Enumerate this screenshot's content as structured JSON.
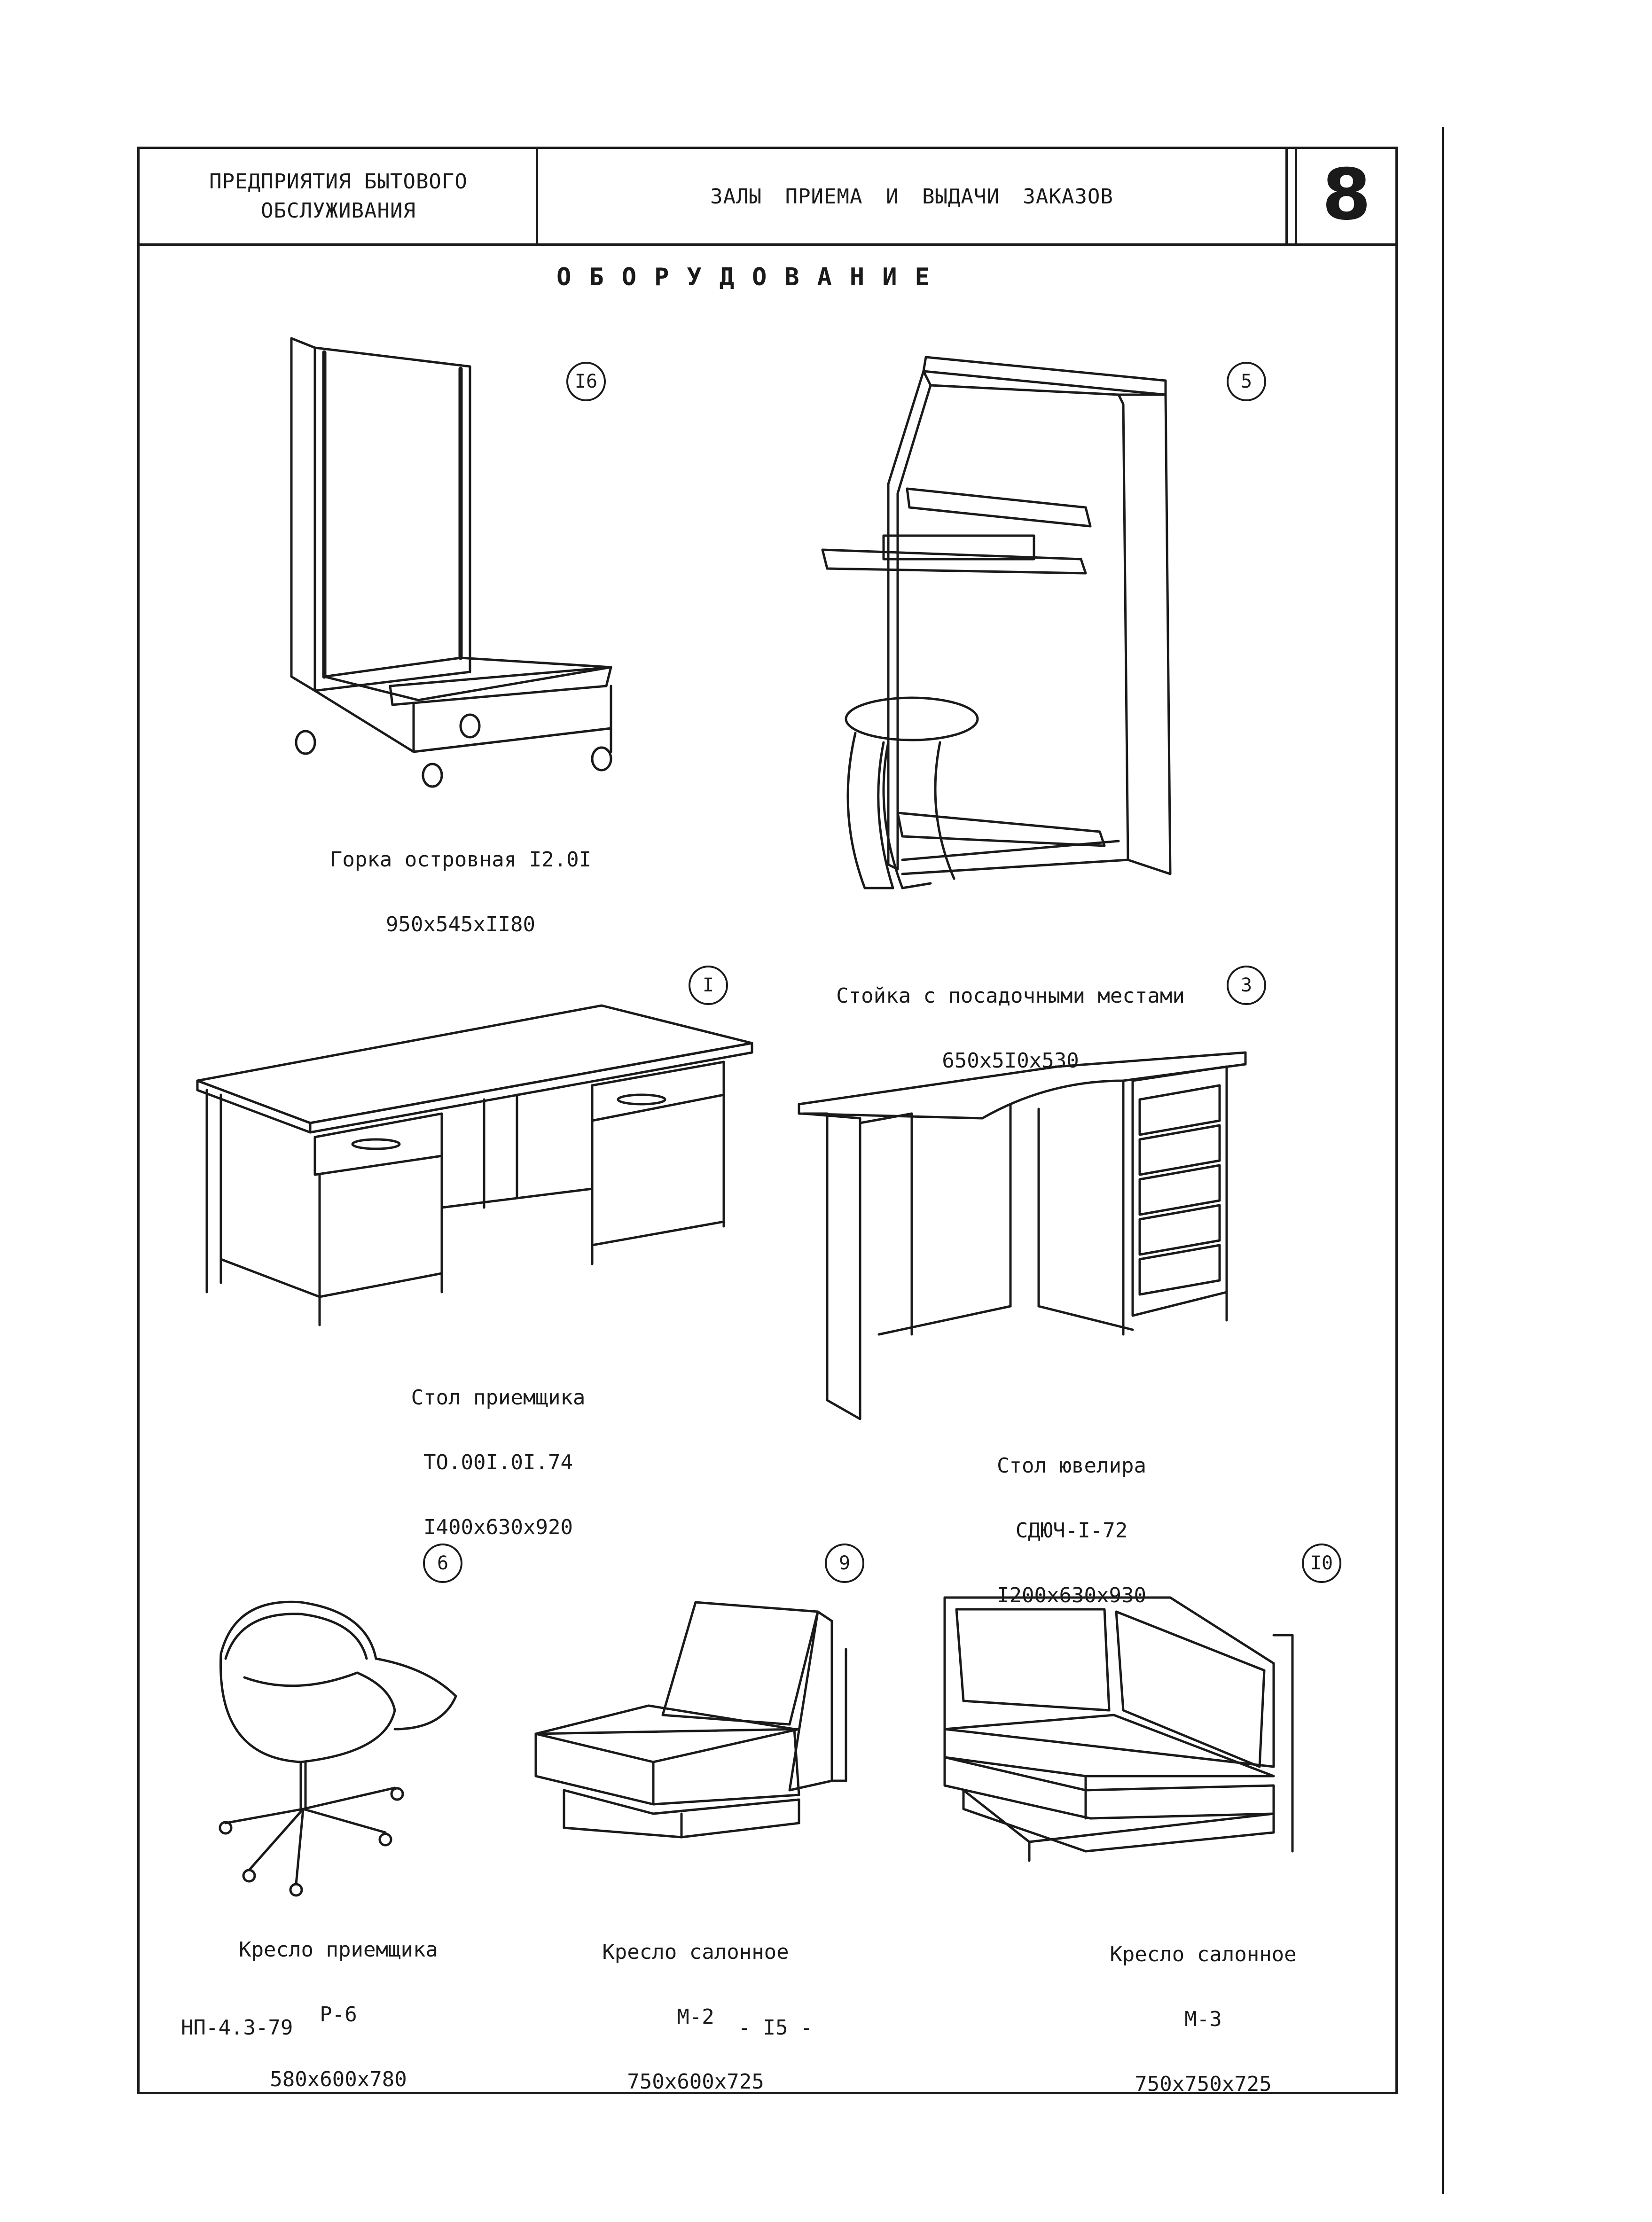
{
  "header": {
    "org_line1": "ПРЕДПРИЯТИЯ БЫТОВОГО",
    "org_line2": "ОБСЛУЖИВАНИЯ",
    "section": "ЗАЛЫ ПРИЕМА И ВЫДАЧИ ЗАКАЗОВ",
    "sheet_number": "8"
  },
  "title": "ОБОРУДОВАНИЕ",
  "items": [
    {
      "num": "I6",
      "name": "Горка островная I2.0I",
      "code": "",
      "dims": "950x545xII80",
      "icon": "island-display-case-icon"
    },
    {
      "num": "5",
      "name": "Стойка с посадочными местами",
      "code": "",
      "dims": "650x5I0x530",
      "icon": "counter-with-seats-icon"
    },
    {
      "num": "I",
      "name": "Стол приемщика",
      "code": "ТО.00I.0I.74",
      "dims": "I400x630x920",
      "icon": "receptionist-desk-icon"
    },
    {
      "num": "3",
      "name": "Стол ювелира",
      "code": "СДЮЧ-I-72",
      "dims": "I200x630x930",
      "icon": "jeweler-desk-icon"
    },
    {
      "num": "6",
      "name": "Кресло приемщика",
      "code": "Р-6",
      "dims": "580x600x780",
      "icon": "swivel-armchair-icon"
    },
    {
      "num": "9",
      "name": "Кресло салонное",
      "code": "М-2",
      "dims": "750x600x725",
      "icon": "lounge-chair-icon"
    },
    {
      "num": "I0",
      "name": "Кресло салонное",
      "code": "М-3",
      "dims": "750x750x725",
      "icon": "corner-lounge-chair-icon"
    }
  ],
  "footer": {
    "doc_code": "НП-4.3-79",
    "page": "- I5 -"
  }
}
